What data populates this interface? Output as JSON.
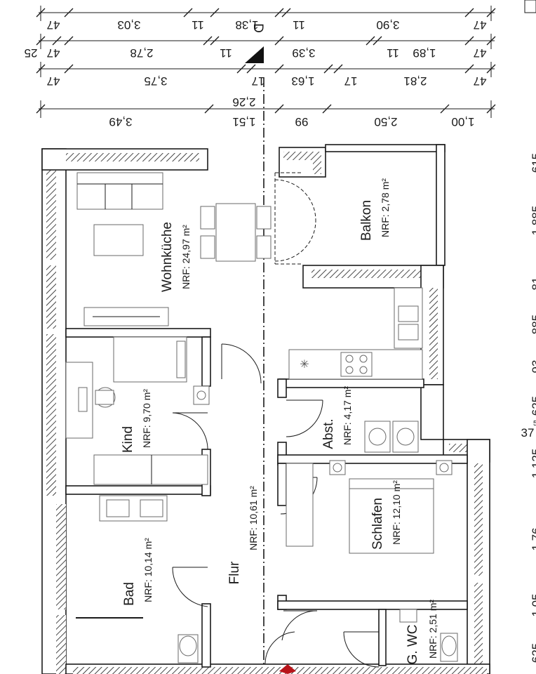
{
  "plan": {
    "section_marker": "D",
    "rooms": [
      {
        "name": "Wohnküche",
        "area": "NRF: 24,97 m²"
      },
      {
        "name": "Balkon",
        "area": "NRF: 2,78 m²"
      },
      {
        "name": "Kind",
        "area": "NRF: 9,70 m²"
      },
      {
        "name": "Abst.",
        "area": "NRF: 4,17 m²"
      },
      {
        "name": "Schlafen",
        "area": "NRF: 12,10 m²"
      },
      {
        "name": "Flur",
        "area": "NRF: 10,61 m²"
      },
      {
        "name": "Bad",
        "area": "NRF: 10,14 m²"
      },
      {
        "name": "G. WC",
        "area": "NRF: 2,51 m²"
      }
    ],
    "dim_row1": [
      "47",
      "3,03",
      "11",
      "1,38",
      "11",
      "3,90",
      "47"
    ],
    "dim_row2": [
      "25",
      "47",
      "2,78",
      "11",
      "3,39",
      "11",
      "1,89",
      "47"
    ],
    "dim_row3": [
      "47",
      "3,75",
      "17",
      "1,63",
      "17",
      "2,81",
      "47"
    ],
    "dim_row4": [
      "3,49",
      "2,26",
      "1,51",
      "99",
      "2,50",
      "1,00"
    ],
    "right_dims": [
      "615",
      "1,885",
      "81",
      "885",
      "93",
      "625",
      "1,125",
      "1,76",
      "1,05",
      "625"
    ],
    "right_dim_top": "37",
    "superscript": "5"
  }
}
